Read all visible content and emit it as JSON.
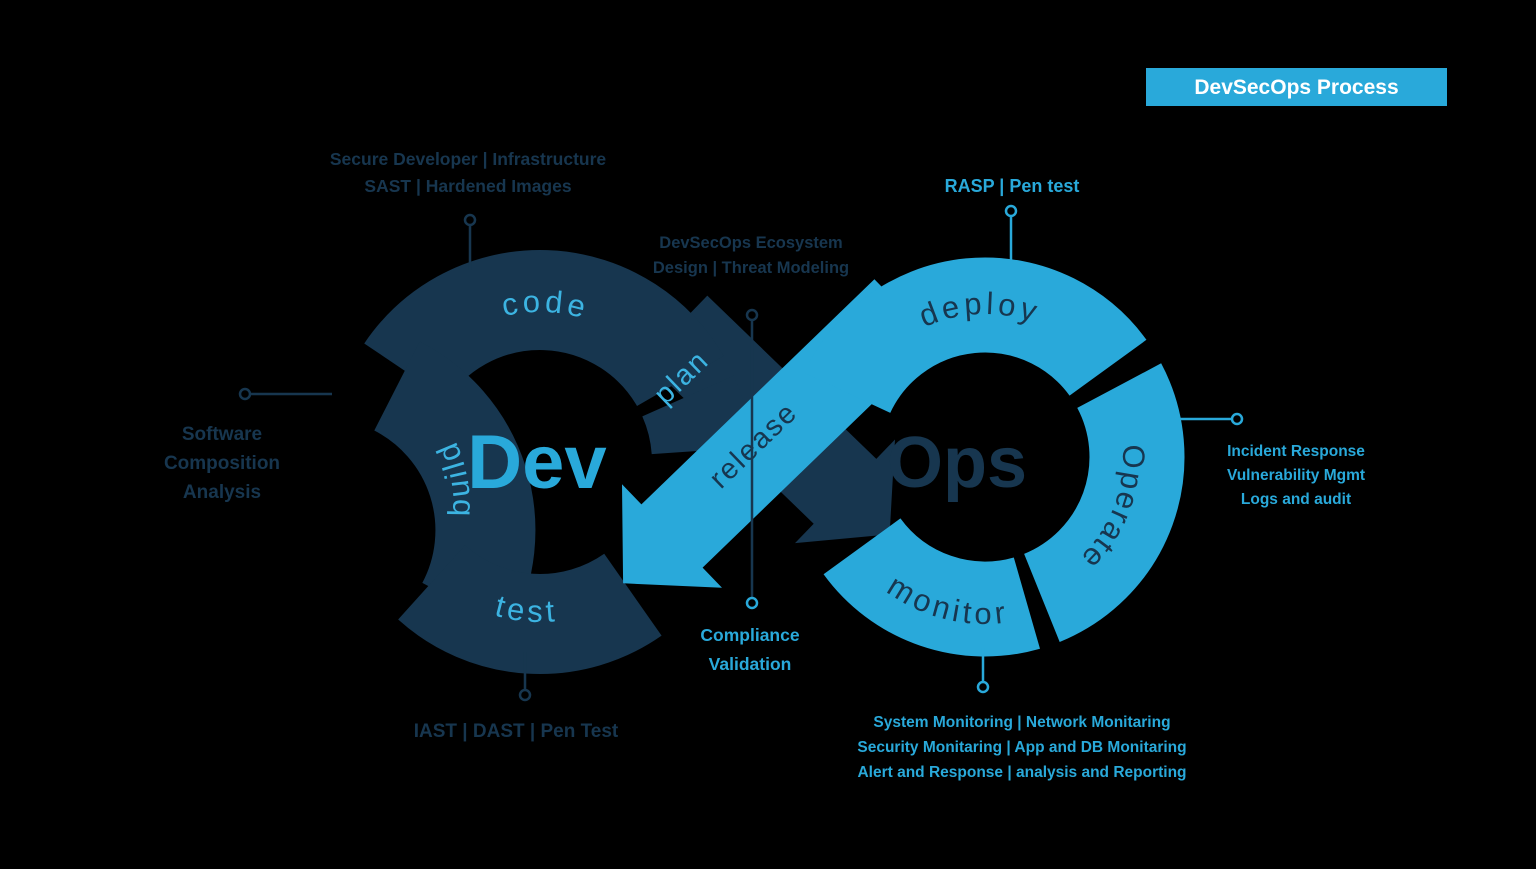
{
  "title_banner": {
    "label": "DevSecOps Process"
  },
  "colors": {
    "navy": "#17364f",
    "cyan": "#29a9da",
    "light_cyan": "#3cb4e2",
    "background": "#000000",
    "banner_text": "#ffffff"
  },
  "loop": {
    "dev_label": "Dev",
    "ops_label": "Ops",
    "segments": {
      "code": "code",
      "build": "build",
      "test": "test",
      "plan": "plan",
      "release": "release",
      "deploy": "deploy",
      "operate": "Operate",
      "monitor": "monitor"
    }
  },
  "annotations": {
    "secure_dev": {
      "line1": "Secure Developer | Infrastructure",
      "line2": "SAST | Hardened Images"
    },
    "ecosystem": {
      "line1": "DevSecOps Ecosystem",
      "line2": "Design | Threat Modeling"
    },
    "rasp": {
      "line1": "RASP | Pen test"
    },
    "sca": {
      "line1": "Software",
      "line2": "Composition",
      "line3": "Analysis"
    },
    "incident": {
      "line1": "Incident Response",
      "line2": "Vulnerability Mgmt",
      "line3": "Logs and audit"
    },
    "compliance": {
      "line1": "Compliance",
      "line2": "Validation"
    },
    "iast": {
      "line1": "IAST | DAST | Pen Test"
    },
    "monitoring": {
      "line1": "System Monitoring | Network Monitaring",
      "line2": "Security Monitaring | App and DB Monitaring",
      "line3": "Alert and Response | analysis and Reporting"
    }
  }
}
